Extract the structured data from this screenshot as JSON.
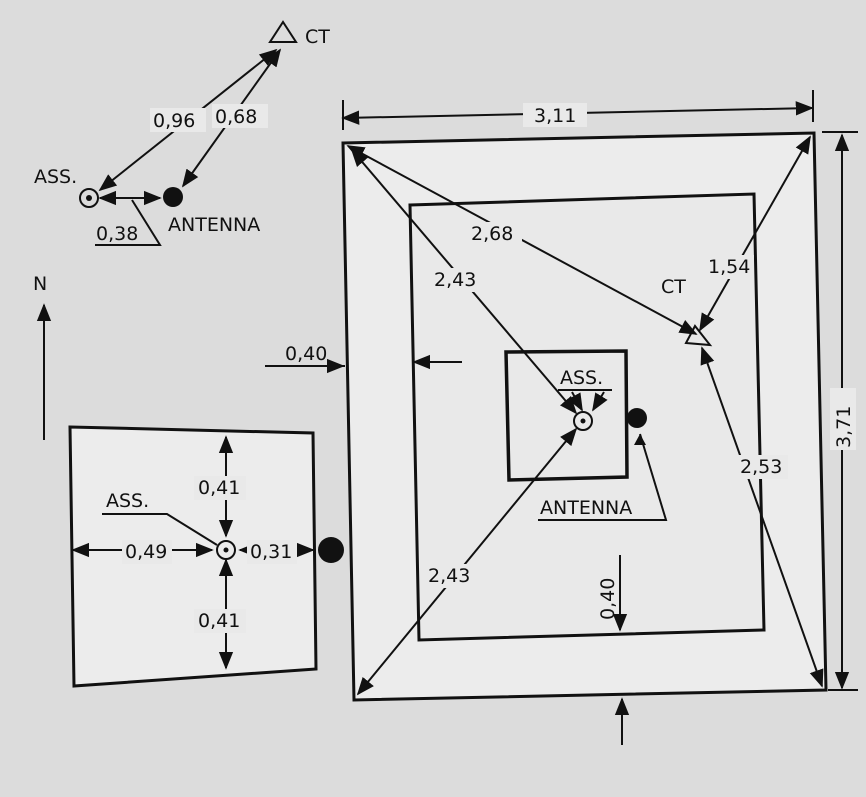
{
  "north": "N",
  "top_sketch": {
    "ct": "CT",
    "ass": "ASS.",
    "antenna": "ANTENNA",
    "dist_ass_ct": "0,96",
    "dist_ant_ct": "0,68",
    "dist_ass_ant": "0,38"
  },
  "left_room": {
    "ass": "ASS.",
    "top": "0,41",
    "bottom": "0,41",
    "left": "0,49",
    "right": "0,31"
  },
  "big_room": {
    "width": "3,11",
    "height": "3,71",
    "margin_left": "0,40",
    "margin_bottom": "0,40",
    "ass": "ASS.",
    "ct": "CT",
    "antenna": "ANTENNA",
    "diag_ct": "2,68",
    "ct_corner": "1,54",
    "ct_bottom": "2,53",
    "ass_top": "2,43",
    "ass_bottom": "2,43"
  },
  "colors": {
    "background": "#dcdcdc",
    "ink": "#111111"
  }
}
